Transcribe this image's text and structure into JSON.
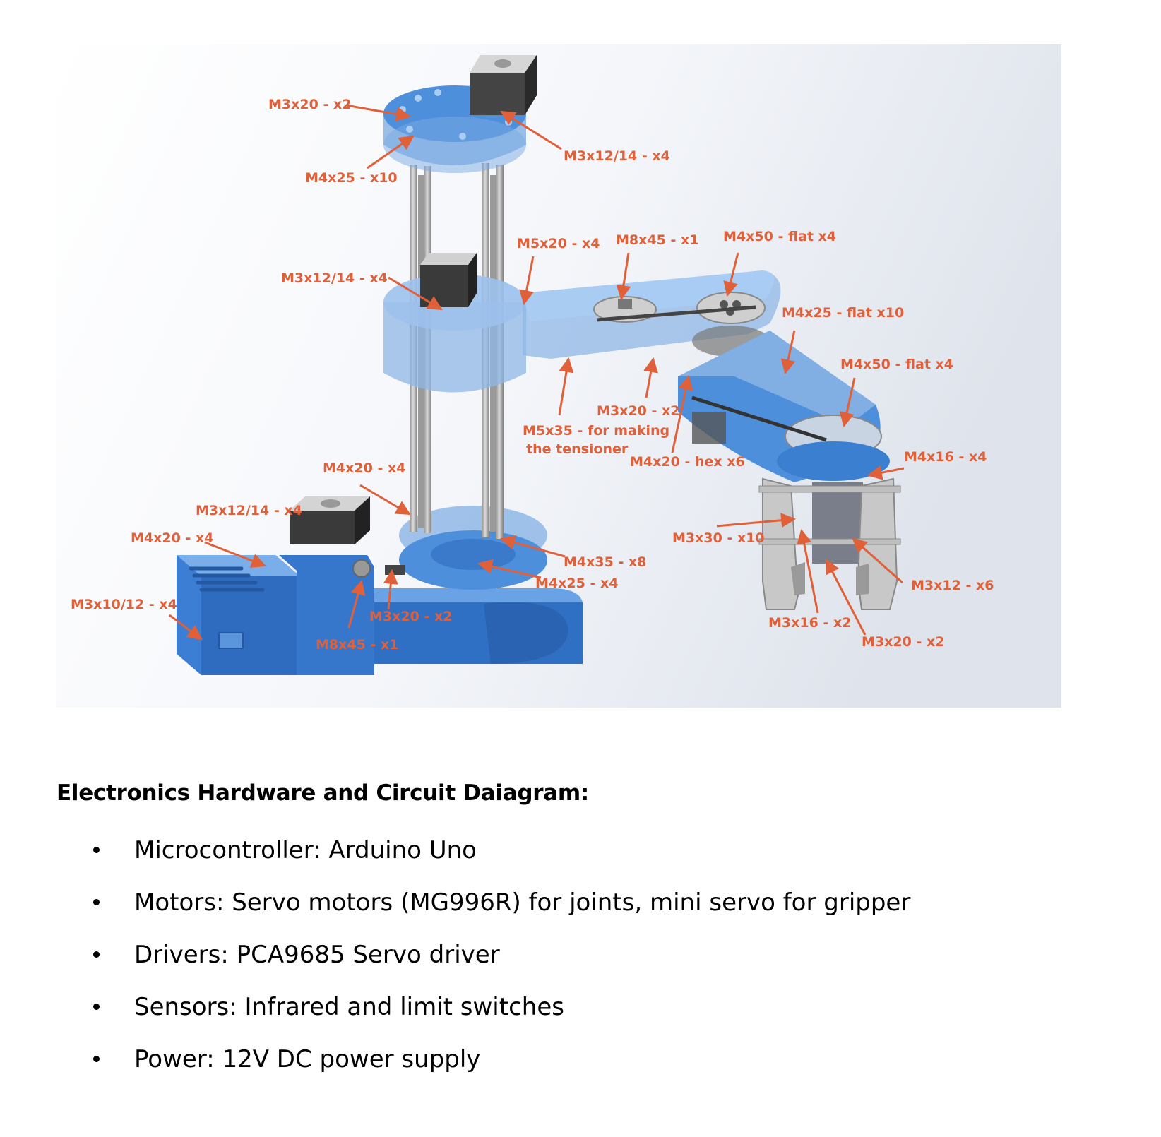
{
  "figure": {
    "callouts": [
      {
        "id": "c1",
        "text": "M3x20 - x2"
      },
      {
        "id": "c2",
        "text": "M4x25 - x10"
      },
      {
        "id": "c3",
        "text": "M3x12/14 - x4"
      },
      {
        "id": "c4",
        "text": "M3x12/14 - x4"
      },
      {
        "id": "c5",
        "text": "M5x20 - x4"
      },
      {
        "id": "c6",
        "text": "M8x45 - x1"
      },
      {
        "id": "c7",
        "text": "M4x50 - flat x4"
      },
      {
        "id": "c8",
        "text": "M4x25 - flat x10"
      },
      {
        "id": "c9",
        "text": "M4x50 - flat x4"
      },
      {
        "id": "c10",
        "text": "M3x20 - x2"
      },
      {
        "id": "c11",
        "text": "M5x35 - for making"
      },
      {
        "id": "c11b",
        "text": "the tensioner"
      },
      {
        "id": "c12",
        "text": "M4x20 - hex x6"
      },
      {
        "id": "c13",
        "text": "M4x16 - x4"
      },
      {
        "id": "c14",
        "text": "M4x20 - x4"
      },
      {
        "id": "c15",
        "text": "M3x12/14 - x4"
      },
      {
        "id": "c16",
        "text": "M4x20 - x4"
      },
      {
        "id": "c17",
        "text": "M3x10/12 - x4"
      },
      {
        "id": "c18",
        "text": "M4x35 - x8"
      },
      {
        "id": "c19",
        "text": "M4x25 - x4"
      },
      {
        "id": "c20",
        "text": "M3x20 - x2"
      },
      {
        "id": "c21",
        "text": "M8x45 - x1"
      },
      {
        "id": "c22",
        "text": "M3x30 - x10"
      },
      {
        "id": "c23",
        "text": "M3x12 - x6"
      },
      {
        "id": "c24",
        "text": "M3x16 - x2"
      },
      {
        "id": "c25",
        "text": "M3x20 - x2"
      }
    ],
    "colors": {
      "callout": "#e0603a",
      "part_blue": "#3a7fd0",
      "part_blue_light": "#8fb7e6",
      "steel": "#b8b8b8",
      "motor": "#2b2b2b"
    }
  },
  "section": {
    "heading": "Electronics Hardware and Circuit Daiagram:",
    "items": [
      {
        "text": "Microcontroller: Arduino Uno"
      },
      {
        "text": "Motors: Servo motors (MG996R) for joints, mini servo for gripper"
      },
      {
        "text": "Drivers: PCA9685 Servo driver"
      },
      {
        "text": "Sensors: Infrared and limit switches"
      },
      {
        "text": "Power: 12V DC power supply"
      }
    ]
  }
}
